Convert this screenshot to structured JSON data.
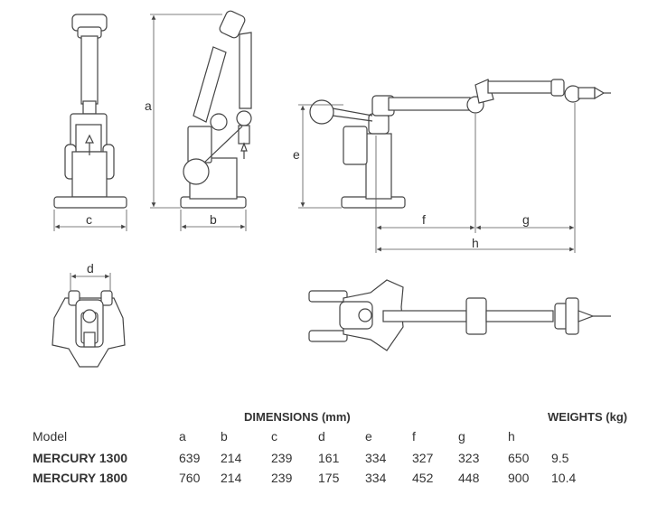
{
  "diagram": {
    "dimension_letters": [
      "a",
      "b",
      "c",
      "d",
      "e",
      "f",
      "g",
      "h"
    ]
  },
  "table": {
    "dimensions_header": "DIMENSIONS (mm)",
    "weights_header": "WEIGHTS (kg)",
    "header_row": [
      "Model",
      "a",
      "b",
      "c",
      "d",
      "e",
      "f",
      "g",
      "h",
      ""
    ],
    "rows": [
      [
        "MERCURY 1300",
        "639",
        "214",
        "239",
        "161",
        "334",
        "327",
        "323",
        "650",
        "9.5"
      ],
      [
        "MERCURY 1800",
        "760",
        "214",
        "239",
        "175",
        "334",
        "452",
        "448",
        "900",
        "10.4"
      ]
    ]
  }
}
